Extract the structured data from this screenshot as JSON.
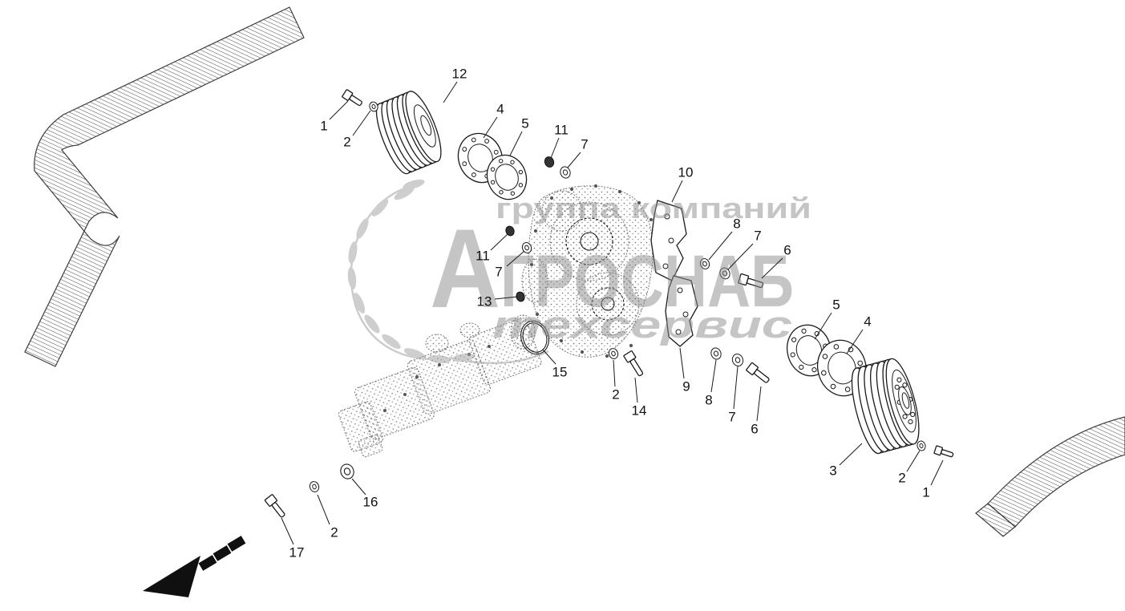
{
  "watermark": {
    "company_type": "группа компаний",
    "brand_initial": "А",
    "brand_rest": "ГРОСНАБ",
    "division": "техсервис"
  },
  "callouts": [
    {
      "n": "12",
      "label": [
        573,
        92
      ],
      "line": [
        570,
        102,
        553,
        128
      ]
    },
    {
      "n": "1",
      "label": [
        404,
        157
      ],
      "line": [
        411,
        149,
        434,
        126
      ]
    },
    {
      "n": "2",
      "label": [
        433,
        177
      ],
      "line": [
        440,
        169,
        462,
        138
      ]
    },
    {
      "n": "4",
      "label": [
        624,
        136
      ],
      "line": [
        620,
        146,
        603,
        172
      ]
    },
    {
      "n": "5",
      "label": [
        655,
        154
      ],
      "line": [
        651,
        164,
        636,
        194
      ]
    },
    {
      "n": "11",
      "label": [
        700,
        162
      ],
      "line": [
        697,
        172,
        687,
        197
      ]
    },
    {
      "n": "7",
      "label": [
        729,
        180
      ],
      "line": [
        724,
        190,
        708,
        209
      ]
    },
    {
      "n": "10",
      "label": [
        855,
        215
      ],
      "line": [
        851,
        225,
        838,
        252
      ]
    },
    {
      "n": "8",
      "label": [
        919,
        279
      ],
      "line": [
        913,
        289,
        884,
        324
      ]
    },
    {
      "n": "7",
      "label": [
        945,
        294
      ],
      "line": [
        939,
        304,
        908,
        336
      ]
    },
    {
      "n": "6",
      "label": [
        982,
        312
      ],
      "line": [
        976,
        322,
        950,
        347
      ]
    },
    {
      "n": "11",
      "label": [
        602,
        319
      ],
      "line": [
        612,
        312,
        633,
        292
      ]
    },
    {
      "n": "7",
      "label": [
        622,
        339
      ],
      "line": [
        632,
        332,
        654,
        313
      ]
    },
    {
      "n": "13",
      "label": [
        604,
        376
      ],
      "line": [
        617,
        373,
        646,
        370
      ]
    },
    {
      "n": "5",
      "label": [
        1043,
        380
      ],
      "line": [
        1037,
        390,
        1016,
        423
      ]
    },
    {
      "n": "4",
      "label": [
        1082,
        401
      ],
      "line": [
        1076,
        411,
        1056,
        441
      ]
    },
    {
      "n": "15",
      "label": [
        698,
        464
      ],
      "line": [
        693,
        454,
        677,
        436
      ]
    },
    {
      "n": "2",
      "label": [
        768,
        492
      ],
      "line": [
        767,
        482,
        765,
        449
      ]
    },
    {
      "n": "14",
      "label": [
        797,
        512
      ],
      "line": [
        795,
        502,
        792,
        471
      ]
    },
    {
      "n": "9",
      "label": [
        856,
        482
      ],
      "line": [
        853,
        472,
        848,
        434
      ]
    },
    {
      "n": "8",
      "label": [
        884,
        499
      ],
      "line": [
        887,
        489,
        893,
        449
      ]
    },
    {
      "n": "7",
      "label": [
        913,
        520
      ],
      "line": [
        915,
        510,
        920,
        457
      ]
    },
    {
      "n": "6",
      "label": [
        941,
        535
      ],
      "line": [
        944,
        525,
        949,
        482
      ]
    },
    {
      "n": "3",
      "label": [
        1039,
        587
      ],
      "line": [
        1047,
        580,
        1075,
        553
      ]
    },
    {
      "n": "2",
      "label": [
        1125,
        596
      ],
      "line": [
        1131,
        588,
        1147,
        562
      ]
    },
    {
      "n": "1",
      "label": [
        1155,
        614
      ],
      "line": [
        1161,
        605,
        1176,
        574
      ]
    },
    {
      "n": "16",
      "label": [
        462,
        626
      ],
      "line": [
        456,
        617,
        439,
        597
      ]
    },
    {
      "n": "2",
      "label": [
        417,
        664
      ],
      "line": [
        411,
        654,
        396,
        617
      ]
    },
    {
      "n": "17",
      "label": [
        370,
        689
      ],
      "line": [
        366,
        679,
        351,
        646
      ]
    }
  ]
}
